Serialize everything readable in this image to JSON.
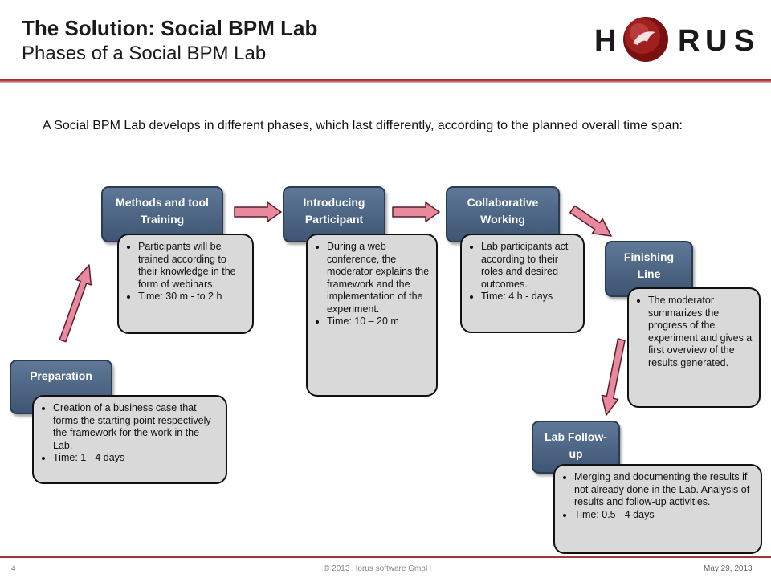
{
  "header": {
    "title": "The Solution: Social BPM Lab",
    "subtitle": "Phases of a Social BPM Lab",
    "logo_text": "HORUS"
  },
  "intro": "A Social BPM Lab develops in different phases, which last differently, according to the planned overall time span:",
  "phases": [
    {
      "label": "Preparation",
      "bullets": [
        "Creation of a business case that forms the starting point respectively the framework for the work in the Lab.",
        "Time: 1 - 4 days"
      ]
    },
    {
      "label": "Methods and tool Training",
      "bullets": [
        "Participants will be trained according to their knowledge in the form of webinars.",
        "Time: 30 m - to 2 h"
      ]
    },
    {
      "label": "Introducing Participant",
      "bullets": [
        "During a web conference, the moderator explains the framework and the implementation of the experiment.",
        "Time: 10 – 20 m"
      ]
    },
    {
      "label": "Collaborative Working",
      "bullets": [
        "Lab participants act according to their roles and desired outcomes.",
        "Time: 4 h - days"
      ]
    },
    {
      "label": "Finishing Line",
      "bullets": [
        "The moderator summarizes the progress of the experiment and gives a first overview of the results generated."
      ]
    },
    {
      "label": "Lab Follow-up",
      "bullets": [
        "Merging and documenting the results if not already done in the Lab. Analysis of results and follow-up activities.",
        "Time: 0.5 - 4 days"
      ]
    }
  ],
  "colors": {
    "phase_box": "#4a6282",
    "description_box": "#d9d9d9",
    "arrow_fill": "#e8899e",
    "arrow_stroke": "#5a1e2a",
    "accent_rule": "#9a3a3a"
  },
  "footer": {
    "page_number": "4",
    "copyright": "© 2013 Horus software GmbH",
    "date": "May 29, 2013"
  }
}
